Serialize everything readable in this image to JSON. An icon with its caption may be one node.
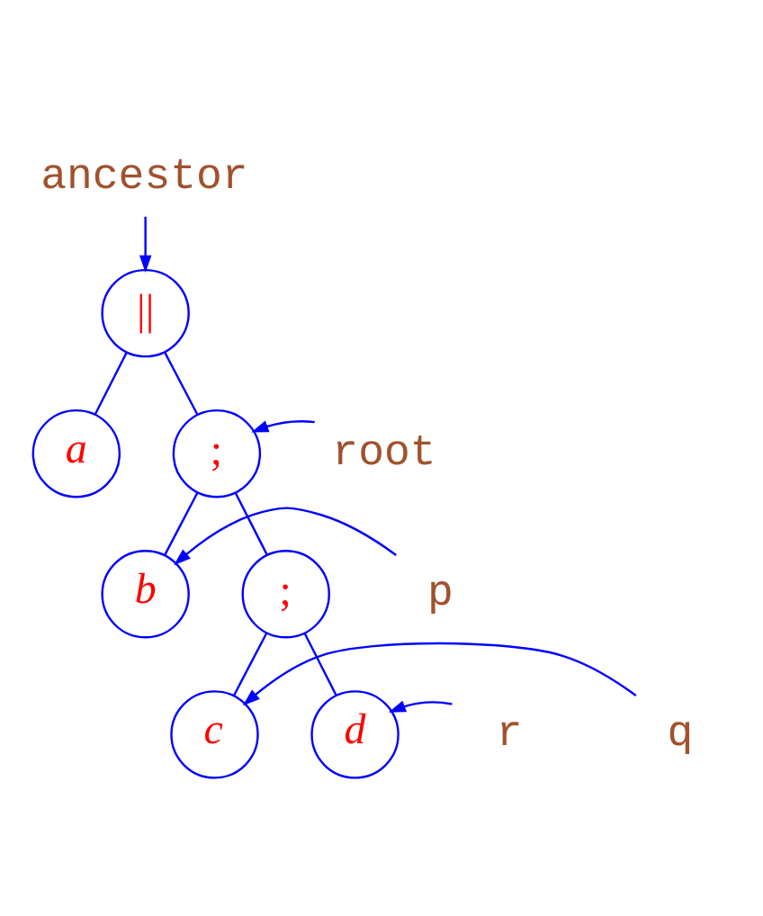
{
  "diagram": {
    "nodes": [
      {
        "text": [
          "ancestor"
        ]
      },
      {
        "text": [
          "||"
        ]
      },
      {
        "text": [
          "a"
        ]
      },
      {
        "text": [
          ";"
        ]
      },
      {
        "text": [
          "root"
        ]
      },
      {
        "text": [
          "p"
        ]
      },
      {
        "text": [
          "b"
        ]
      },
      {
        "text": [
          ";"
        ]
      },
      {
        "text": [
          "q"
        ]
      },
      {
        "text": [
          "c"
        ]
      },
      {
        "text": [
          "d"
        ]
      },
      {
        "text": [
          "r"
        ]
      }
    ],
    "edges": [
      {
        "from": 0,
        "to": 1,
        "arrow": "to"
      },
      {
        "from": 1,
        "to": 2,
        "arrow": "none"
      },
      {
        "from": 1,
        "to": 3,
        "arrow": "none"
      },
      {
        "from": 4,
        "to": 3,
        "arrow": "to"
      },
      {
        "from": 3,
        "to": 6,
        "arrow": "none"
      },
      {
        "from": 3,
        "to": 7,
        "arrow": "none"
      },
      {
        "from": 5,
        "to": 6,
        "arrow": "to"
      },
      {
        "from": 7,
        "to": 9,
        "arrow": "none"
      },
      {
        "from": 7,
        "to": 10,
        "arrow": "none"
      },
      {
        "from": 8,
        "to": 9,
        "arrow": "to"
      },
      {
        "from": 11,
        "to": 10,
        "arrow": "to"
      }
    ]
  }
}
